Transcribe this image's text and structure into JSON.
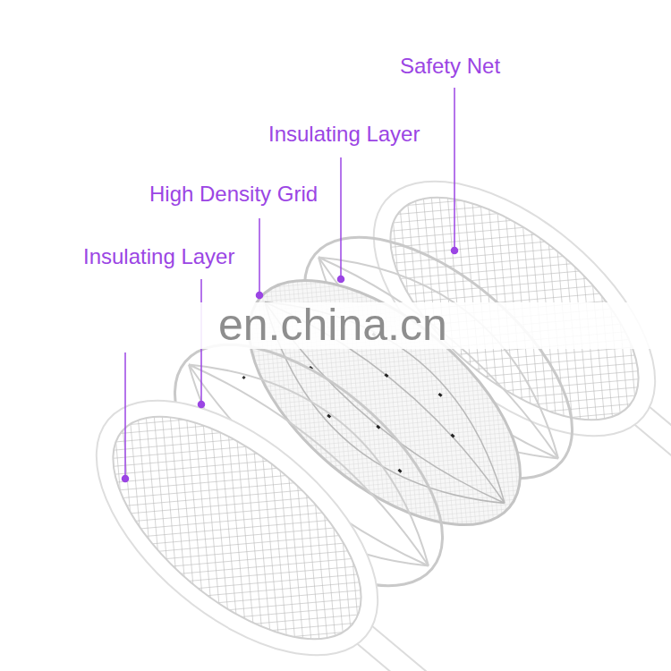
{
  "diagram": {
    "labels": [
      "Safety Net",
      "Insulating Layer",
      "High Density Grid",
      "Insulating Layer",
      "en.china.cn"
    ]
  }
}
